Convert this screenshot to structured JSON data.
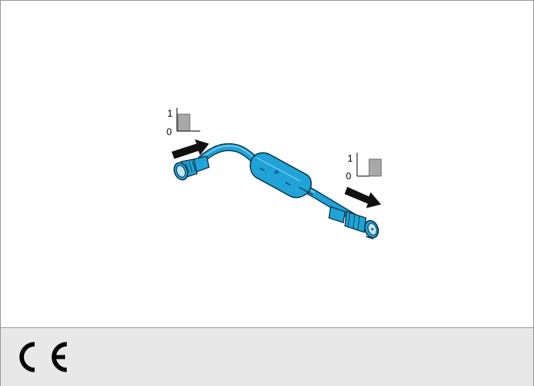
{
  "diagram": {
    "input_signal": {
      "high_label": "1",
      "low_label": "0"
    },
    "output_signal": {
      "high_label": "1",
      "low_label": "0"
    }
  },
  "footer": {
    "certification_mark": "CE"
  },
  "colors": {
    "cable": "#1fa3d8",
    "cable_shade": "#1684b4",
    "signal_fill": "#a8a8a8",
    "arrow": "#111111",
    "footer_bg": "#e8e8e8",
    "border": "#9a9a9a"
  }
}
